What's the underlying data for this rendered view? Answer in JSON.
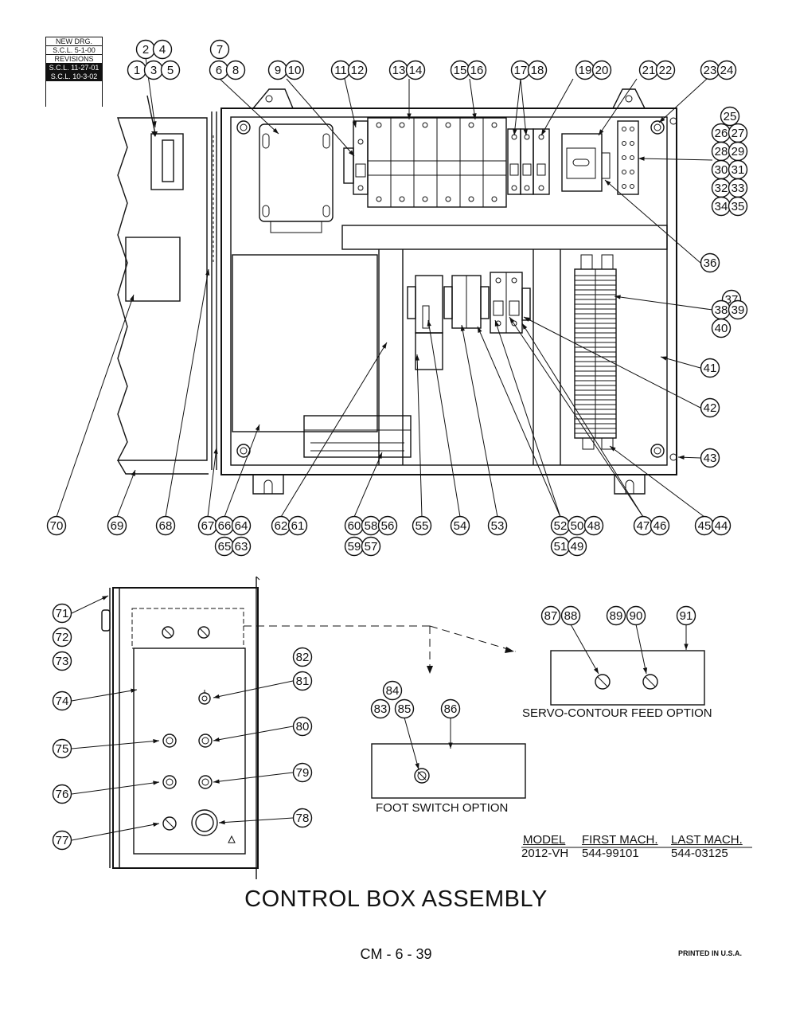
{
  "revision_block": {
    "new_drawing_label": "NEW DRG.",
    "new_drawing_entry": "S.C.L. 5-1-00",
    "revisions_label": "REVISIONS",
    "revision_1": "S.C.L. 11-27-01",
    "revision_2": "S.C.L. 10-3-02"
  },
  "callouts_top": [
    [
      "2",
      "4"
    ],
    [
      "1",
      "3",
      "5"
    ],
    [
      "7"
    ],
    [
      "6",
      "8"
    ],
    [
      "9",
      "10"
    ],
    [
      "11",
      "12"
    ],
    [
      "13",
      "14"
    ],
    [
      "15",
      "16"
    ],
    [
      "17",
      "18"
    ],
    [
      "19",
      "20"
    ],
    [
      "21",
      "22"
    ],
    [
      "23",
      "24"
    ],
    [
      "25"
    ],
    [
      "26",
      "27"
    ],
    [
      "28",
      "29"
    ],
    [
      "30",
      "31"
    ],
    [
      "32",
      "33"
    ],
    [
      "34",
      "35"
    ],
    [
      "36"
    ],
    [
      "37"
    ],
    [
      "38",
      "39"
    ],
    [
      "40"
    ],
    [
      "41"
    ],
    [
      "42"
    ],
    [
      "43"
    ],
    [
      "70"
    ],
    [
      "69"
    ],
    [
      "68"
    ],
    [
      "67"
    ],
    [
      "66",
      "64"
    ],
    [
      "65",
      "63"
    ],
    [
      "62",
      "61"
    ],
    [
      "60",
      "58",
      "56"
    ],
    [
      "59",
      "57"
    ],
    [
      "55"
    ],
    [
      "54"
    ],
    [
      "53"
    ],
    [
      "52",
      "50",
      "48"
    ],
    [
      "51",
      "49"
    ],
    [
      "47",
      "46"
    ],
    [
      "45",
      "44"
    ]
  ],
  "callouts_bottom": [
    "71",
    "72",
    "73",
    "74",
    "75",
    "76",
    "77",
    "78",
    "79",
    "80",
    "81",
    "82",
    "83",
    "84",
    "85",
    "86",
    "87",
    "88",
    "89",
    "90",
    "91"
  ],
  "foot_switch_option": "FOOT SWITCH OPTION",
  "servo_option": "SERVO-CONTOUR FEED OPTION",
  "model_table": {
    "headers": [
      "MODEL",
      "FIRST MACH.",
      "LAST MACH."
    ],
    "row": [
      "2012-VH",
      "544-99101",
      "544-03125"
    ]
  },
  "title": "CONTROL BOX ASSEMBLY",
  "page_number": "CM - 6 - 39",
  "printed": "PRINTED IN U.S.A."
}
